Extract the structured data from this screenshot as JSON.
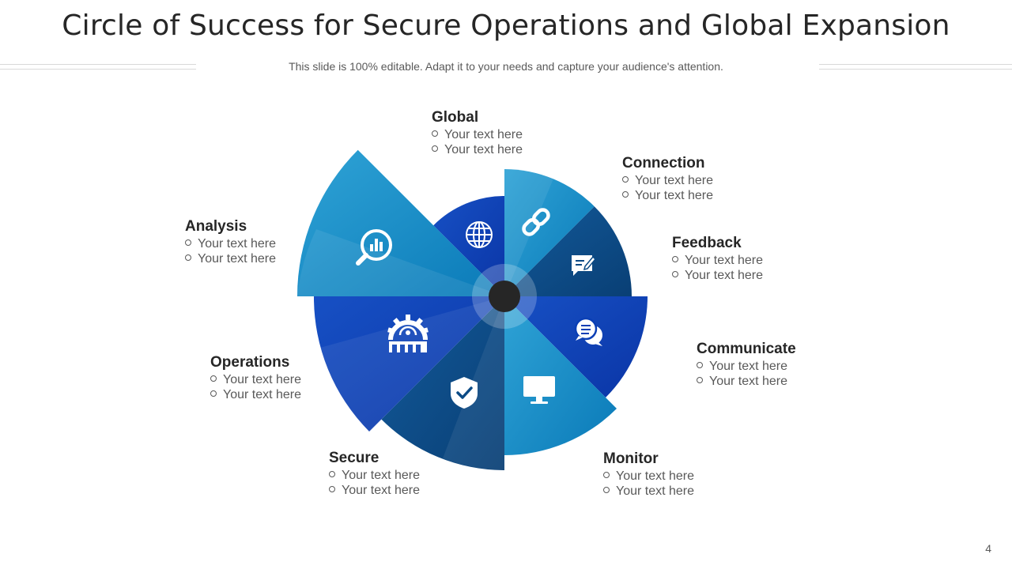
{
  "title": "Circle of Success for Secure Operations and Global Expansion",
  "subtitle": "This slide is 100% editable. Adapt it to your needs and capture your audience's attention.",
  "page_number": "4",
  "segments": [
    {
      "heading": "Global",
      "icon": "globe-icon",
      "bullets": [
        "Your text here",
        "Your text here"
      ]
    },
    {
      "heading": "Connection",
      "icon": "link-icon",
      "bullets": [
        "Your text here",
        "Your text here"
      ]
    },
    {
      "heading": "Feedback",
      "icon": "feedback-icon",
      "bullets": [
        "Your text here",
        "Your text here"
      ]
    },
    {
      "heading": "Communicate",
      "icon": "chat-bubbles-icon",
      "bullets": [
        "Your text here",
        "Your text here"
      ]
    },
    {
      "heading": "Monitor",
      "icon": "monitor-icon",
      "bullets": [
        "Your text here",
        "Your text here"
      ]
    },
    {
      "heading": "Secure",
      "icon": "shield-check-icon",
      "bullets": [
        "Your text here",
        "Your text here"
      ]
    },
    {
      "heading": "Operations",
      "icon": "gear-icon",
      "bullets": [
        "Your text here",
        "Your text here"
      ]
    },
    {
      "heading": "Analysis",
      "icon": "magnifier-chart-icon",
      "bullets": [
        "Your text here",
        "Your text here"
      ]
    }
  ],
  "colors": {
    "light_blue": "#1a8ac4",
    "royal_blue": "#0a3fb5",
    "navy": "#0b4a85",
    "hub": "#262626"
  }
}
